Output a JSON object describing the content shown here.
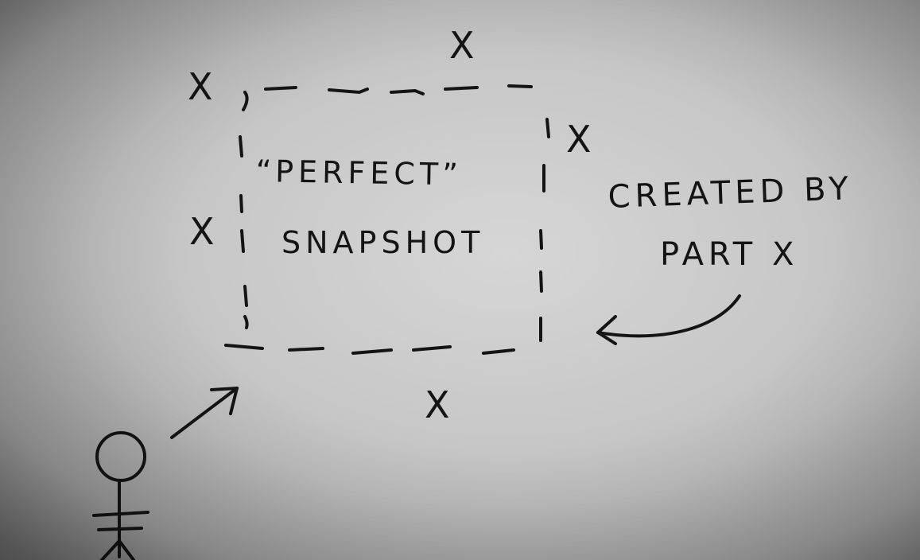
{
  "diagram": {
    "box_text_line1": "“PERFECT”",
    "box_text_line2": "SNAPSHOT",
    "annotation_line1": "CREATED BY",
    "annotation_line2": "PART X",
    "x_marks": [
      "X",
      "X",
      "X",
      "X",
      "X"
    ]
  },
  "colors": {
    "paper": "#bdbdbd",
    "ink": "#141414"
  }
}
